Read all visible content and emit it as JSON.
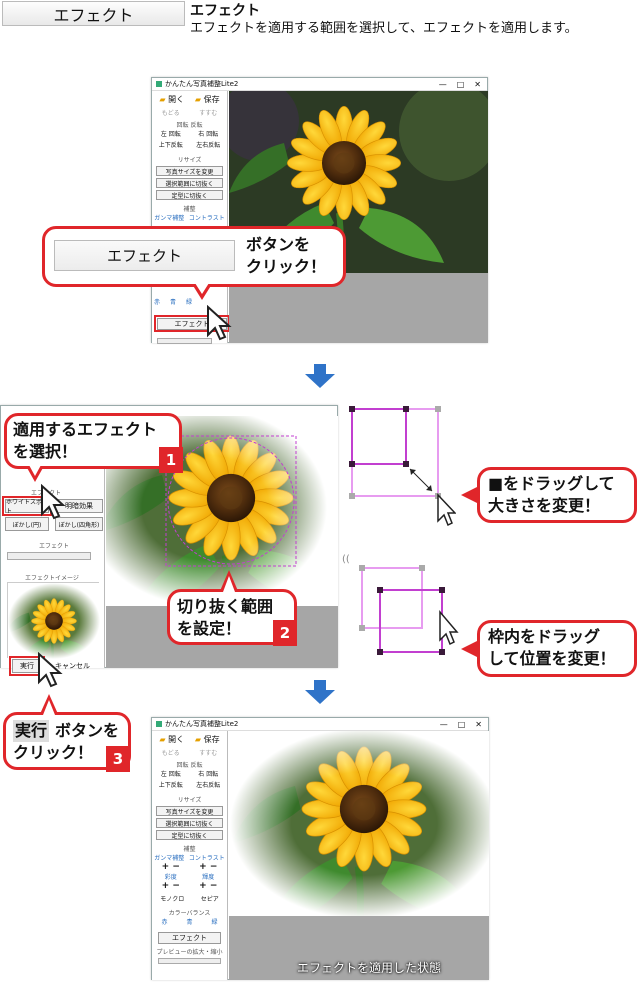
{
  "header": {
    "button_label": "エフェクト",
    "title": "エフェクト",
    "description": "エフェクトを適用する範囲を選択して、エフェクトを適用します。"
  },
  "app": {
    "window_title": "かんたん写真補整Lite2",
    "open": "開く",
    "save": "保存",
    "undo": "もどる",
    "redo": "すすむ",
    "rotate_header": "回転 反転",
    "rotate_left": "左 回転",
    "rotate_right": "右 回転",
    "flip_v": "上下反転",
    "flip_h": "左右反転",
    "resize_header": "リサイズ",
    "photo_size": "写真サイズを変更",
    "crop_selection": "選択範囲に切抜く",
    "fixed_crop": "定型に切抜く",
    "correction_header": "補整",
    "gamma": "ガンマ補整",
    "contrast": "コントラスト",
    "saturation": "彩度",
    "brightness": "輝度",
    "mono": "モノクロ",
    "sepia": "セピア",
    "color_balance_header": "カラーバランス",
    "red": "赤",
    "blue": "青",
    "green": "緑",
    "effect": "エフェクト",
    "preview_label": "プレビューの拡大・縮小"
  },
  "step1": {
    "callout_button": "エフェクト",
    "callout_text": "ボタンを\nクリック！"
  },
  "step2": {
    "white_spot": "ホワイトスポット",
    "bright_effect": "明暗効果",
    "blur_circle": "ぼかし(円)",
    "blur_rect": "ぼかし(四角形)",
    "effect_label": "エフェクト",
    "effect_image": "エフェクトイメージ",
    "run": "実行",
    "cancel": "キャンセル",
    "callout1": "適用するエフェクト\nを選択！",
    "badge1": "1",
    "callout2": "切り抜く範囲\nを設定！",
    "badge2": "2",
    "callout_resize": "■をドラッグして\n大きさを変更！",
    "callout_move": "枠内をドラッグ\nして位置を変更！"
  },
  "step3": {
    "run_word": "実行",
    "callout_text": "ボタンを\nクリック！",
    "badge3": "3",
    "result_caption": "エフェクトを適用した状態"
  },
  "colors": {
    "accent_red": "#e0262a",
    "arrow_blue": "#2f73c8",
    "frame_pink": "#c23fd0"
  }
}
